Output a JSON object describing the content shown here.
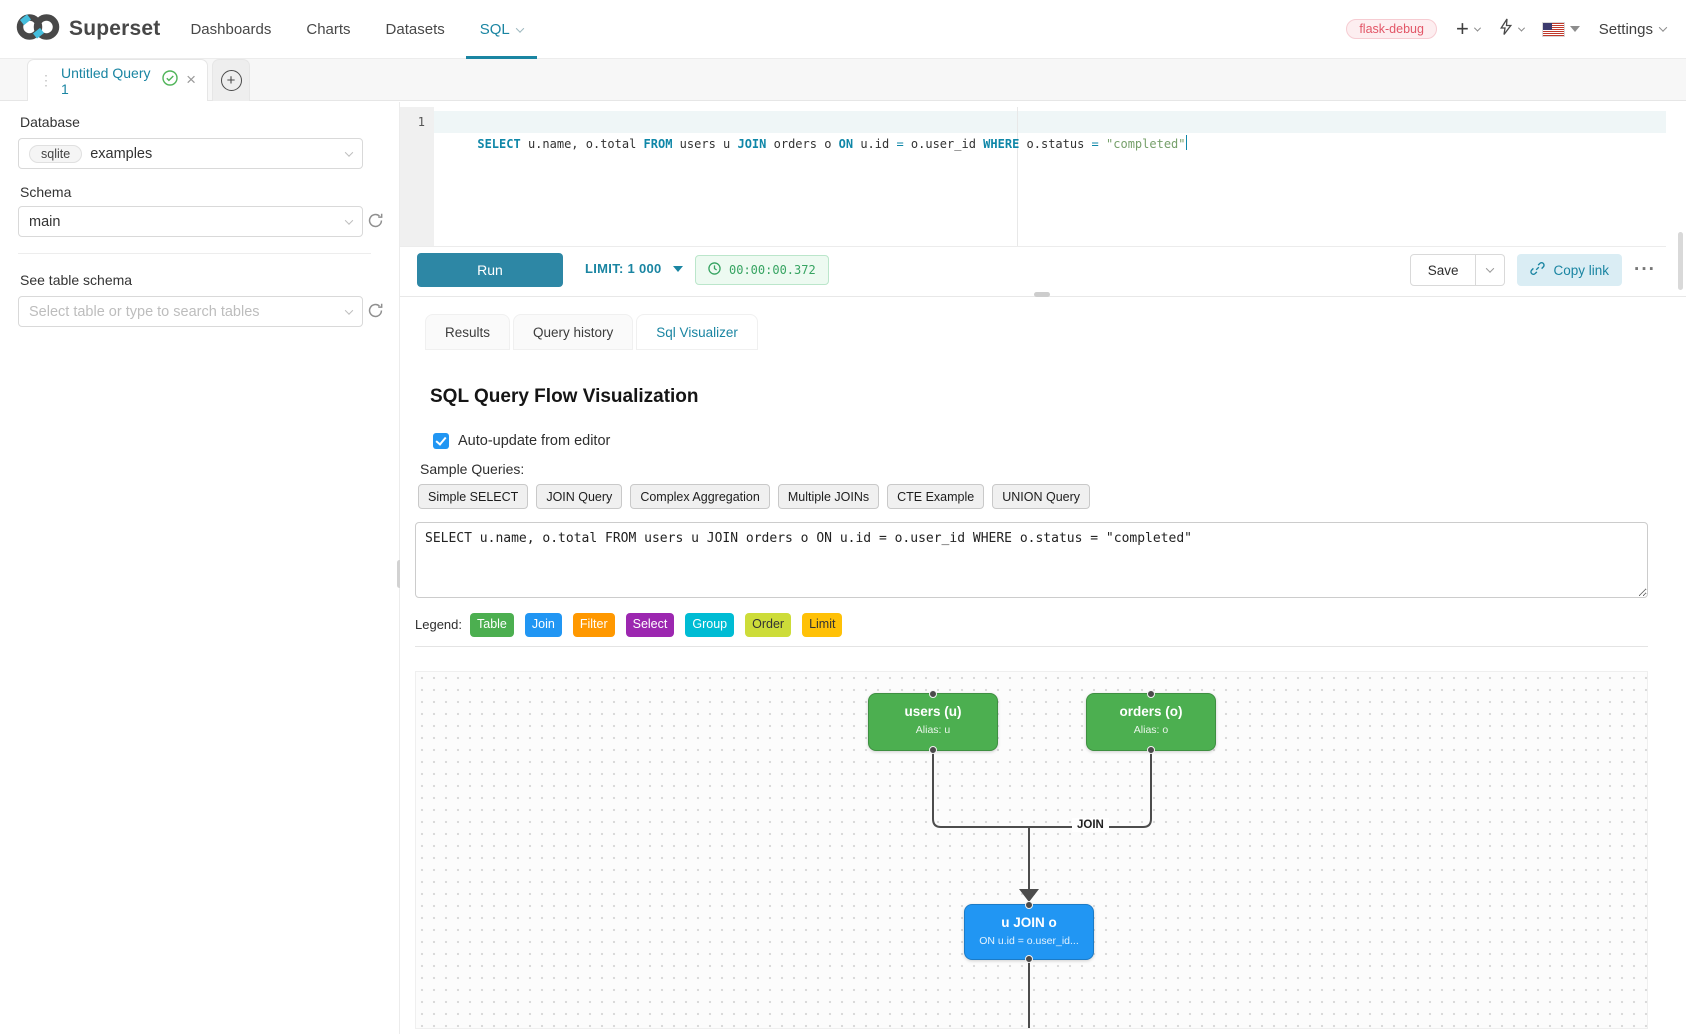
{
  "navbar": {
    "brand": "Superset",
    "items": [
      {
        "label": "Dashboards",
        "active": false,
        "has_dropdown": false
      },
      {
        "label": "Charts",
        "active": false,
        "has_dropdown": false
      },
      {
        "label": "Datasets",
        "active": false,
        "has_dropdown": false
      },
      {
        "label": "SQL",
        "active": true,
        "has_dropdown": true
      }
    ],
    "environment_tag": "flask-debug",
    "settings_label": "Settings"
  },
  "query_tab": {
    "title": "Untitled Query 1"
  },
  "sidebar": {
    "database_label": "Database",
    "database_engine": "sqlite",
    "database_name": "examples",
    "schema_label": "Schema",
    "schema_value": "main",
    "table_label": "See table schema",
    "table_placeholder": "Select table or type to search tables"
  },
  "editor": {
    "line_number": "1",
    "tokens": [
      {
        "type": "keyword",
        "text": "SELECT"
      },
      {
        "type": "plain",
        "text": " u.name, o.total "
      },
      {
        "type": "keyword",
        "text": "FROM"
      },
      {
        "type": "plain",
        "text": " users u "
      },
      {
        "type": "keyword",
        "text": "JOIN"
      },
      {
        "type": "plain",
        "text": " orders o "
      },
      {
        "type": "keyword",
        "text": "ON"
      },
      {
        "type": "plain",
        "text": " u.id "
      },
      {
        "type": "operator",
        "text": "="
      },
      {
        "type": "plain",
        "text": " o.user_id "
      },
      {
        "type": "keyword",
        "text": "WHERE"
      },
      {
        "type": "plain",
        "text": " o.status "
      },
      {
        "type": "operator",
        "text": "="
      },
      {
        "type": "plain",
        "text": " "
      },
      {
        "type": "string",
        "text": "\"completed\""
      }
    ]
  },
  "toolbar": {
    "run_label": "Run",
    "limit_label": "LIMIT:",
    "limit_value": "1 000",
    "timer": "00:00:00.372",
    "save_label": "Save",
    "copy_link_label": "Copy link"
  },
  "result_tabs": {
    "tabs": [
      {
        "label": "Results",
        "active": false
      },
      {
        "label": "Query history",
        "active": false
      },
      {
        "label": "Sql Visualizer",
        "active": true
      }
    ]
  },
  "visualizer": {
    "title": "SQL Query Flow Visualization",
    "auto_update_label": "Auto-update from editor",
    "auto_update_checked": true,
    "sample_queries_label": "Sample Queries:",
    "sample_buttons": [
      "Simple SELECT",
      "JOIN Query",
      "Complex Aggregation",
      "Multiple JOINs",
      "CTE Example",
      "UNION Query"
    ],
    "query_text": "SELECT u.name, o.total FROM users u JOIN orders o ON u.id = o.user_id WHERE o.status = \"completed\"",
    "legend": {
      "label": "Legend:",
      "items": [
        {
          "label": "Table",
          "color": "#4caf50",
          "dark_text": false
        },
        {
          "label": "Join",
          "color": "#2196f3",
          "dark_text": false
        },
        {
          "label": "Filter",
          "color": "#ff9800",
          "dark_text": false
        },
        {
          "label": "Select",
          "color": "#9c27b0",
          "dark_text": false
        },
        {
          "label": "Group",
          "color": "#00bcd4",
          "dark_text": false
        },
        {
          "label": "Order",
          "color": "#cddc39",
          "dark_text": true
        },
        {
          "label": "Limit",
          "color": "#ffc107",
          "dark_text": true
        }
      ]
    },
    "diagram": {
      "edge_label": "JOIN",
      "nodes": {
        "users": {
          "title": "users (u)",
          "subtitle": "Alias: u",
          "color": "#4caf50"
        },
        "orders": {
          "title": "orders (o)",
          "subtitle": "Alias: o",
          "color": "#4caf50"
        },
        "join": {
          "title": "u JOIN o",
          "subtitle": "ON u.id = o.user_id...",
          "color": "#2196f3"
        }
      }
    }
  },
  "colors": {
    "primary_teal": "#1a85a2",
    "run_button": "#2d87a5",
    "timer_green": "#37a462",
    "env_tag_red": "#e25667",
    "checkbox_blue": "#2196f3"
  }
}
